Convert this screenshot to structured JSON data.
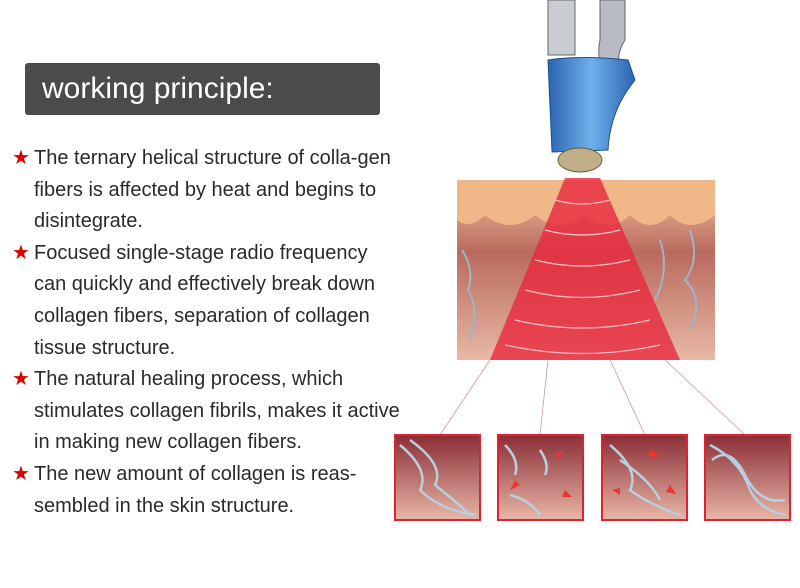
{
  "title": "working principle:",
  "bullets": [
    "The ternary helical structure of colla-gen fibers is affected by heat and begins to disintegrate.",
    "Focused single-stage radio frequency can quickly and effectively break down collagen fibers, separation of collagen tissue structure.",
    "The natural healing process, which stimulates collagen fibrils, makes it active in making new collagen fibers.",
    "The new amount of collagen is reas-sembled in the skin structure."
  ],
  "colors": {
    "accent": "#d80000",
    "title_bg": "#4b4b4b",
    "handpiece": "#3f86cf",
    "beam": "#e8283f"
  }
}
